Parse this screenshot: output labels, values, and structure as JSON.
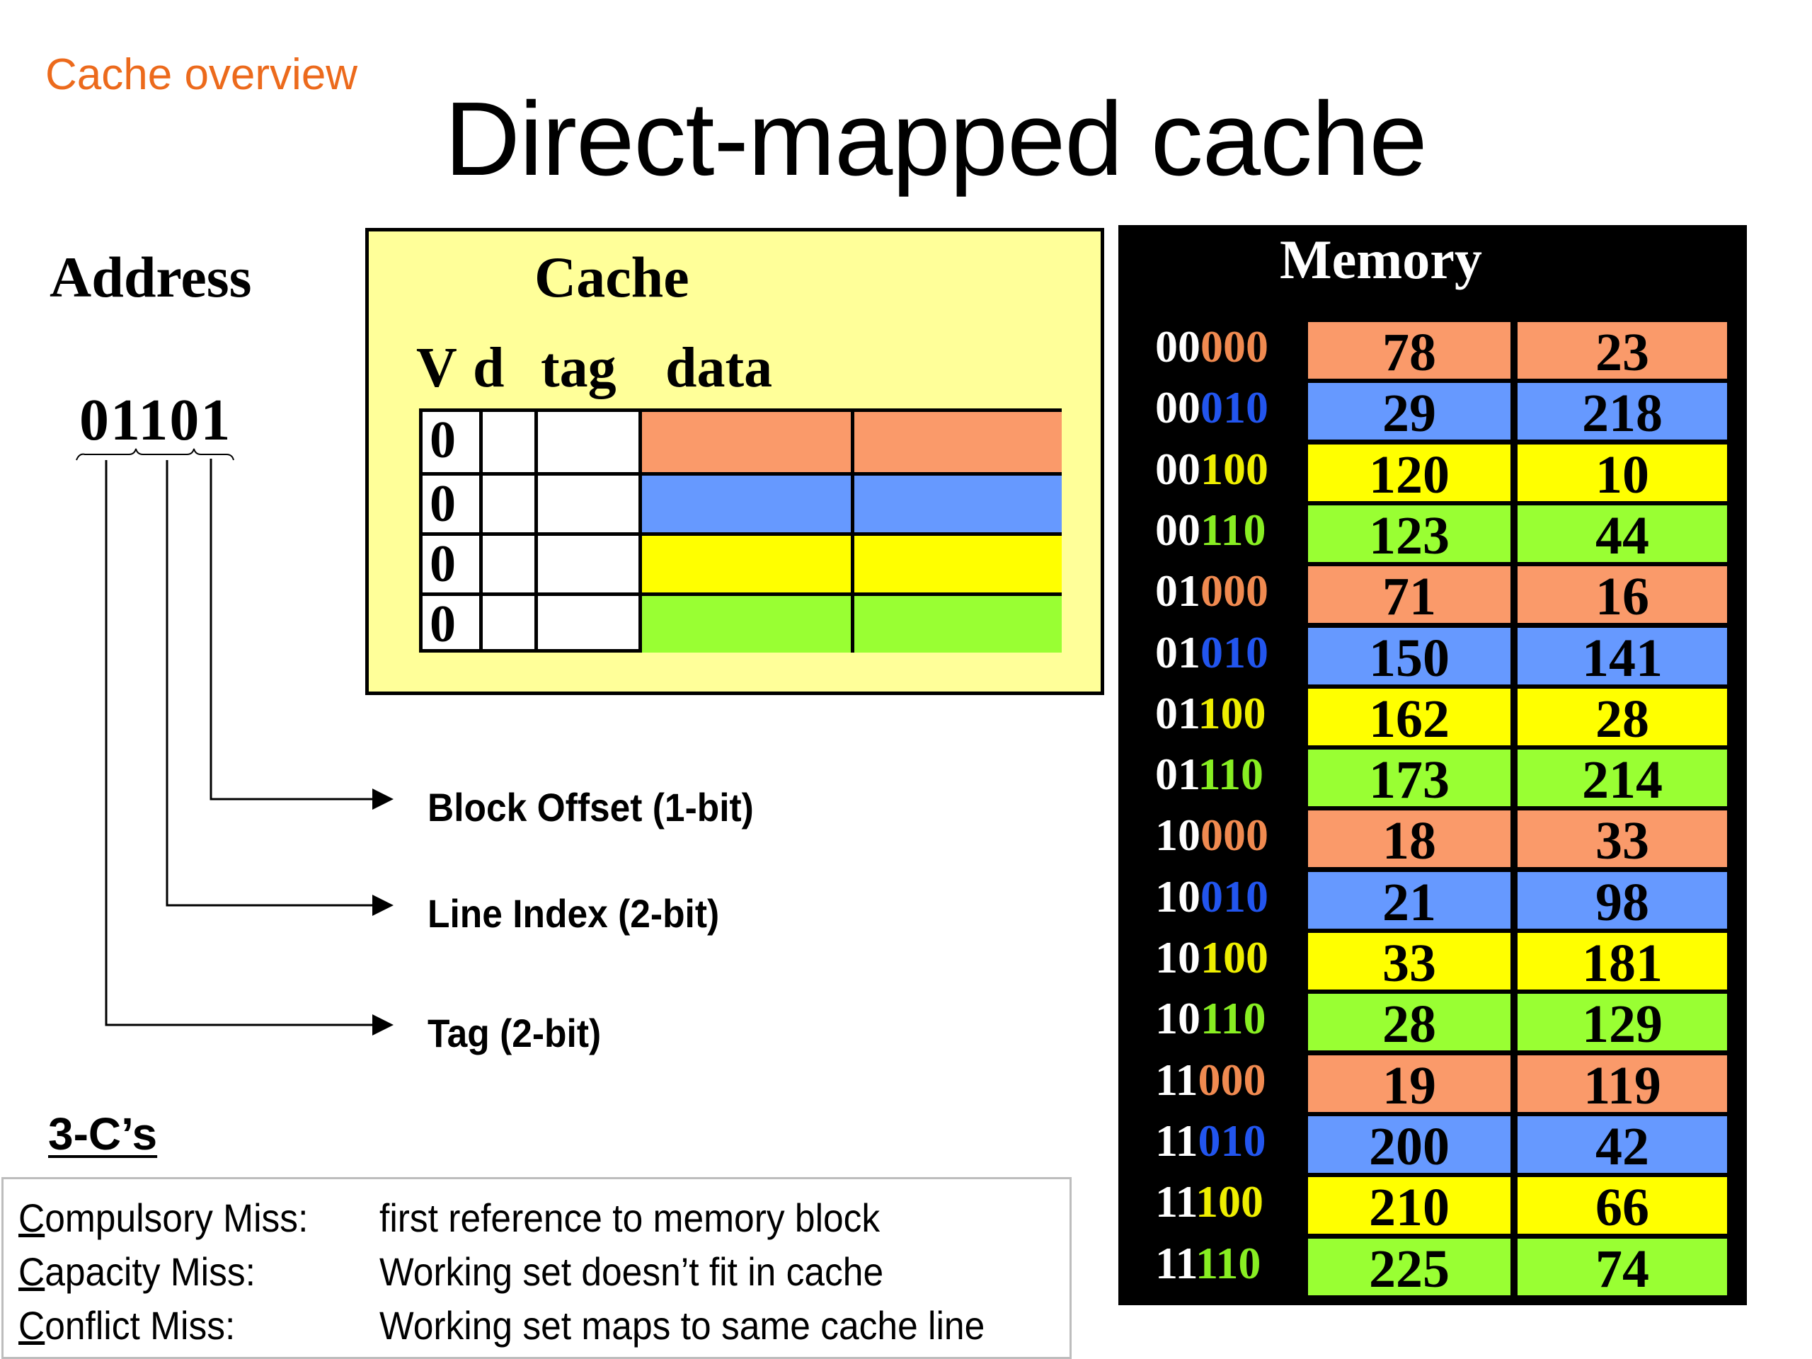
{
  "header": {
    "section": "Cache overview",
    "title": "Direct-mapped cache"
  },
  "address": {
    "heading": "Address",
    "value": "01101"
  },
  "cache": {
    "heading": "Cache",
    "columns": {
      "v": "V",
      "d": "d",
      "tag": "tag",
      "data": "data"
    },
    "rows": [
      {
        "v": "0",
        "color": "#fa9a6a"
      },
      {
        "v": "0",
        "color": "#6699ff"
      },
      {
        "v": "0",
        "color": "#ffff00"
      },
      {
        "v": "0",
        "color": "#99ff33"
      }
    ]
  },
  "fields": {
    "offset": "Block Offset (1-bit)",
    "index": "Line Index (2-bit)",
    "tag": "Tag (2-bit)"
  },
  "memory": {
    "heading": "Memory",
    "rows": [
      {
        "tag": "00",
        "idx": "00",
        "off": "0",
        "a": "78",
        "b": "23"
      },
      {
        "tag": "00",
        "idx": "01",
        "off": "0",
        "a": "29",
        "b": "218"
      },
      {
        "tag": "00",
        "idx": "10",
        "off": "0",
        "a": "120",
        "b": "10"
      },
      {
        "tag": "00",
        "idx": "11",
        "off": "0",
        "a": "123",
        "b": "44"
      },
      {
        "tag": "01",
        "idx": "00",
        "off": "0",
        "a": "71",
        "b": "16"
      },
      {
        "tag": "01",
        "idx": "01",
        "off": "0",
        "a": "150",
        "b": "141"
      },
      {
        "tag": "01",
        "idx": "10",
        "off": "0",
        "a": "162",
        "b": "28"
      },
      {
        "tag": "01",
        "idx": "11",
        "off": "0",
        "a": "173",
        "b": "214"
      },
      {
        "tag": "10",
        "idx": "00",
        "off": "0",
        "a": "18",
        "b": "33"
      },
      {
        "tag": "10",
        "idx": "01",
        "off": "0",
        "a": "21",
        "b": "98"
      },
      {
        "tag": "10",
        "idx": "10",
        "off": "0",
        "a": "33",
        "b": "181"
      },
      {
        "tag": "10",
        "idx": "11",
        "off": "0",
        "a": "28",
        "b": "129"
      },
      {
        "tag": "11",
        "idx": "00",
        "off": "0",
        "a": "19",
        "b": "119"
      },
      {
        "tag": "11",
        "idx": "01",
        "off": "0",
        "a": "200",
        "b": "42"
      },
      {
        "tag": "11",
        "idx": "10",
        "off": "0",
        "a": "210",
        "b": "66"
      },
      {
        "tag": "11",
        "idx": "11",
        "off": "0",
        "a": "225",
        "b": "74"
      }
    ],
    "line_colors": [
      "#fa9a6a",
      "#6699ff",
      "#ffff00",
      "#99ff33"
    ],
    "index_text_colors": [
      "#f08a50",
      "#2255ee",
      "#eeee00",
      "#88ee22"
    ]
  },
  "misses": {
    "heading": "3-C’s",
    "items": [
      {
        "name": "Compulsory Miss:",
        "desc": "first reference to memory block"
      },
      {
        "name": "Capacity Miss:",
        "desc": "Working set doesn’t fit in cache"
      },
      {
        "name": "Conflict Miss:",
        "desc": "Working set maps to same cache line"
      }
    ]
  },
  "colors": {
    "accent": "#ec6a1c",
    "cache_bg": "#ffff99"
  }
}
